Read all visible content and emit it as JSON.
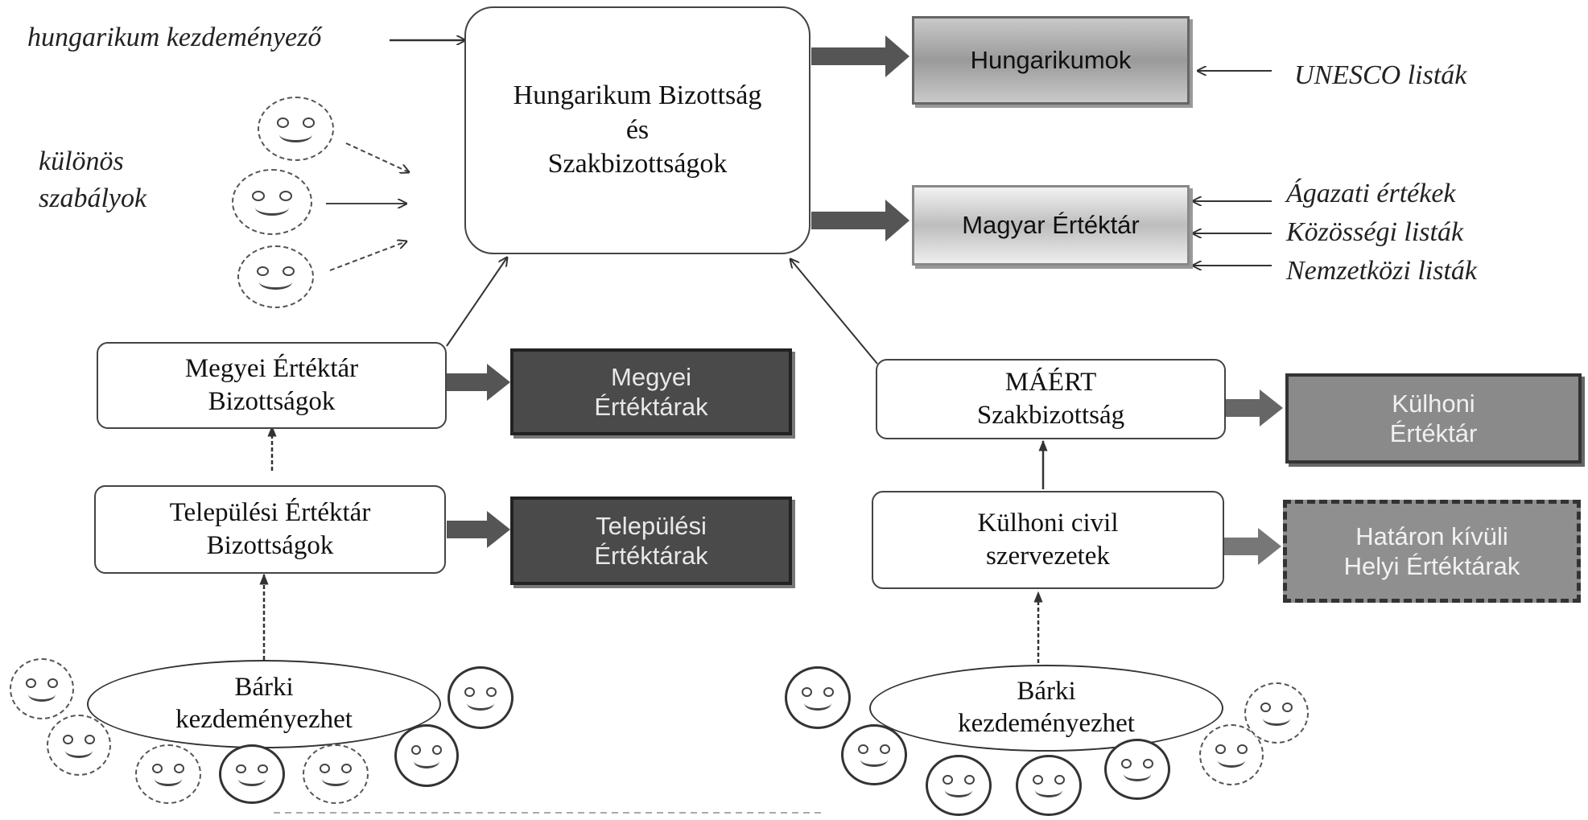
{
  "top_left": {
    "initiator": "hungarikum kezdeményező",
    "special_rules": [
      "különös",
      "szabályok"
    ]
  },
  "center": {
    "committee_lines": [
      "Hungarikum Bizottság",
      "és",
      "Szakbizottságok"
    ]
  },
  "right": {
    "hungarikumok": "Hungarikumok",
    "unesco": "UNESCO listák",
    "magyar_ertektar": "Magyar Értéktár",
    "sources": [
      "Ágazati értékek",
      "Közösségi listák",
      "Nemzetközi listák"
    ]
  },
  "left_branch": {
    "megyei_committees": [
      "Megyei Értéktár",
      "Bizottságok"
    ],
    "megyei_ertektarak": [
      "Megyei",
      "Értéktárak"
    ],
    "telepulesi_committees": [
      "Települési Értéktár",
      "Bizottságok"
    ],
    "telepulesi_ertektarak": [
      "Települési",
      "Értéktárak"
    ],
    "anyone": [
      "Bárki",
      "kezdeményezhet"
    ]
  },
  "right_branch": {
    "maert": [
      "MÁÉRT",
      "Szakbizottság"
    ],
    "kulhoni_ertektar": [
      "Külhoni",
      "Értéktár"
    ],
    "kulhoni_civil": [
      "Külhoni civil",
      "szervezetek"
    ],
    "hatairon_kivuli": [
      "Határon kívüli",
      "Helyi Értéktárak"
    ],
    "anyone": [
      "Bárki",
      "kezdeményezhet"
    ]
  },
  "icons": {
    "smiley": "smiley-face-icon"
  },
  "colors": {
    "dark_box": "#4a4a4a",
    "gray_box": "#9a9a9a",
    "line": "#333333"
  }
}
